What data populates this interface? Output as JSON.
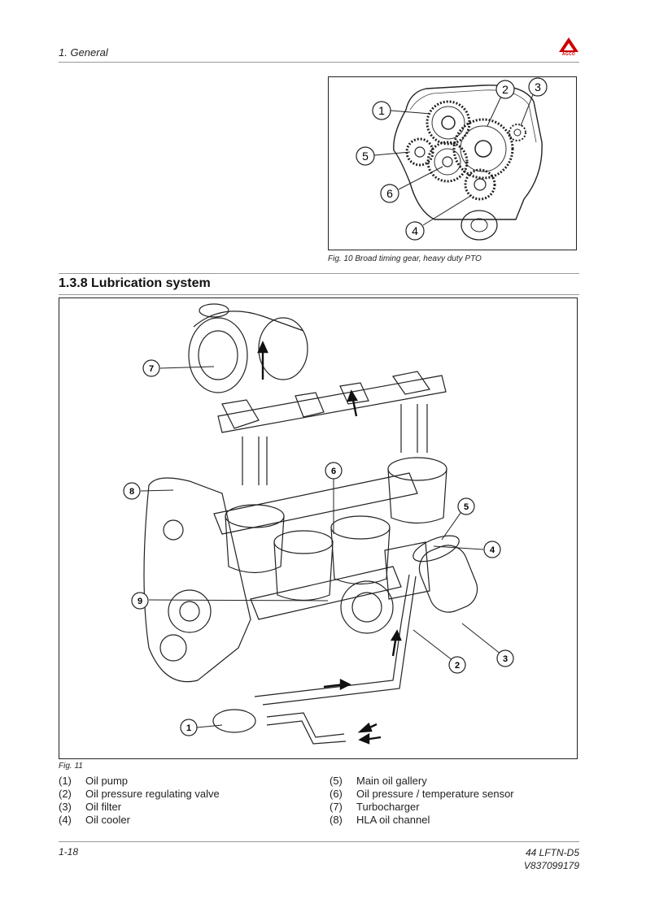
{
  "header": {
    "section": "1. General",
    "logo_text": "AGCO"
  },
  "figure10": {
    "caption": "Fig. 10  Broad timing gear, heavy duty PTO",
    "callouts": [
      "1",
      "2",
      "3",
      "4",
      "5",
      "6"
    ]
  },
  "section": {
    "heading": "1.3.8  Lubrication system"
  },
  "figure11": {
    "caption": "Fig. 11",
    "callouts": [
      "1",
      "2",
      "3",
      "4",
      "5",
      "6",
      "7",
      "8",
      "9"
    ]
  },
  "legend": {
    "left": [
      {
        "num": "(1)",
        "label": "Oil pump"
      },
      {
        "num": "(2)",
        "label": "Oil pressure regulating valve"
      },
      {
        "num": "(3)",
        "label": "Oil filter"
      },
      {
        "num": "(4)",
        "label": "Oil cooler"
      }
    ],
    "right": [
      {
        "num": "(5)",
        "label": "Main oil gallery"
      },
      {
        "num": "(6)",
        "label": "Oil pressure / temperature sensor"
      },
      {
        "num": "(7)",
        "label": "Turbocharger"
      },
      {
        "num": "(8)",
        "label": "HLA oil channel"
      }
    ]
  },
  "footer": {
    "page": "1-18",
    "doc_line1": "44 LFTN-D5",
    "doc_line2": "V837099179"
  },
  "colors": {
    "logo_red": "#cc0000",
    "rule_gray": "#9a9a9a"
  }
}
